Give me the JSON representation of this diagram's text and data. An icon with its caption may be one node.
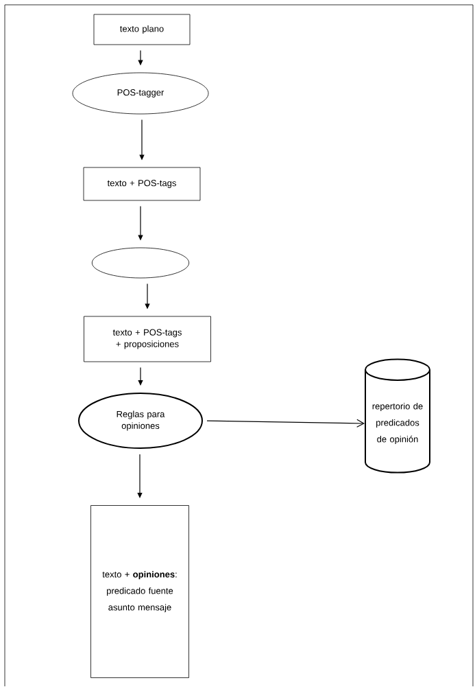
{
  "diagram": {
    "nodes": [
      {
        "text": [
          "texto plano"
        ]
      },
      {
        "text": [
          "POS-tagger"
        ]
      },
      {
        "text": [
          "texto + POS-tags"
        ]
      },
      {
        "text": [],
        "shape": "ellipse"
      },
      {
        "text": [
          "texto + POS-tags + proposiciones"
        ]
      },
      {
        "text": [
          "Reglas para opiniones"
        ]
      },
      {
        "text": [
          "repertorio de predicados de opinión"
        ]
      },
      {
        "text": [
          "texto + **opiniones**: predicado fuente asunto mensaje"
        ]
      }
    ],
    "edges": [
      {
        "from": 0,
        "to": 1,
        "arrow": "to"
      },
      {
        "from": 1,
        "to": 2,
        "arrow": "to"
      },
      {
        "from": 2,
        "to": 3,
        "arrow": "to"
      },
      {
        "from": 3,
        "to": 4,
        "arrow": "to"
      },
      {
        "from": 4,
        "to": 5,
        "arrow": "to"
      },
      {
        "from": 5,
        "to": 6,
        "arrow": "to"
      },
      {
        "from": 5,
        "to": 7,
        "arrow": "to"
      }
    ]
  }
}
